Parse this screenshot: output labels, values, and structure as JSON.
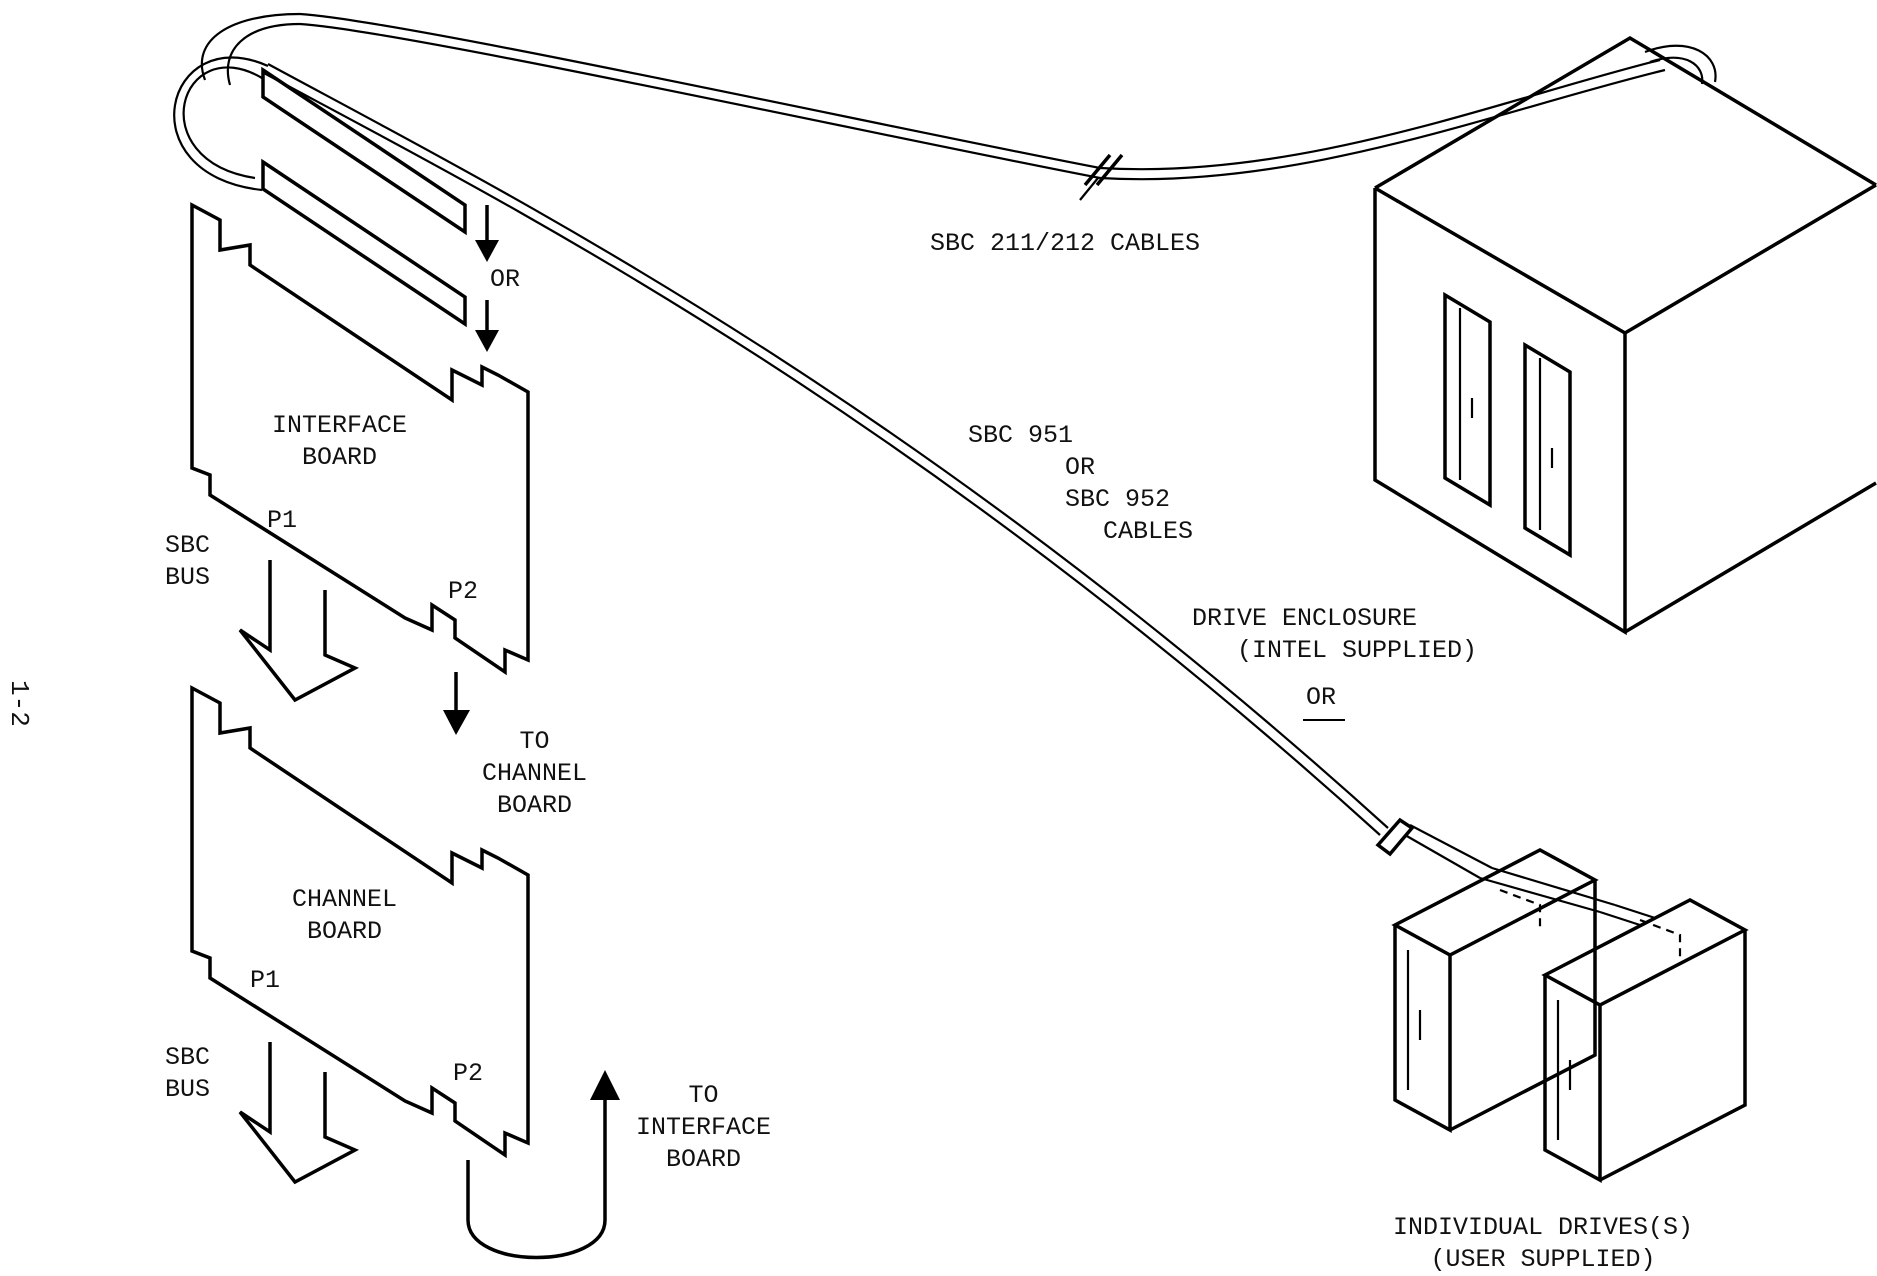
{
  "page_number": "1-2",
  "labels": {
    "sbc_211_212": "SBC 211/212 CABLES",
    "or_connectors": "OR",
    "interface_board": "INTERFACE\nBOARD",
    "p1_interface": "P1",
    "p2_interface": "P2",
    "sbc_bus_1": "SBC\nBUS",
    "to_channel_board": "TO\nCHANNEL\nBOARD",
    "channel_board": "CHANNEL\nBOARD",
    "p1_channel": "P1",
    "p2_channel": "P2",
    "sbc_bus_2": "SBC\nBUS",
    "to_interface_board": "TO\nINTERFACE\nBOARD",
    "sbc_951_952_line1": "SBC 951",
    "sbc_951_952_line2": "OR",
    "sbc_951_952_line3": "SBC 952",
    "sbc_951_952_line4": "CABLES",
    "drive_enclosure": "DRIVE ENCLOSURE\n   (INTEL SUPPLIED)",
    "or_between": "OR",
    "individual_drives": "INDIVIDUAL DRIVES(S)\n(USER SUPPLIED)"
  }
}
